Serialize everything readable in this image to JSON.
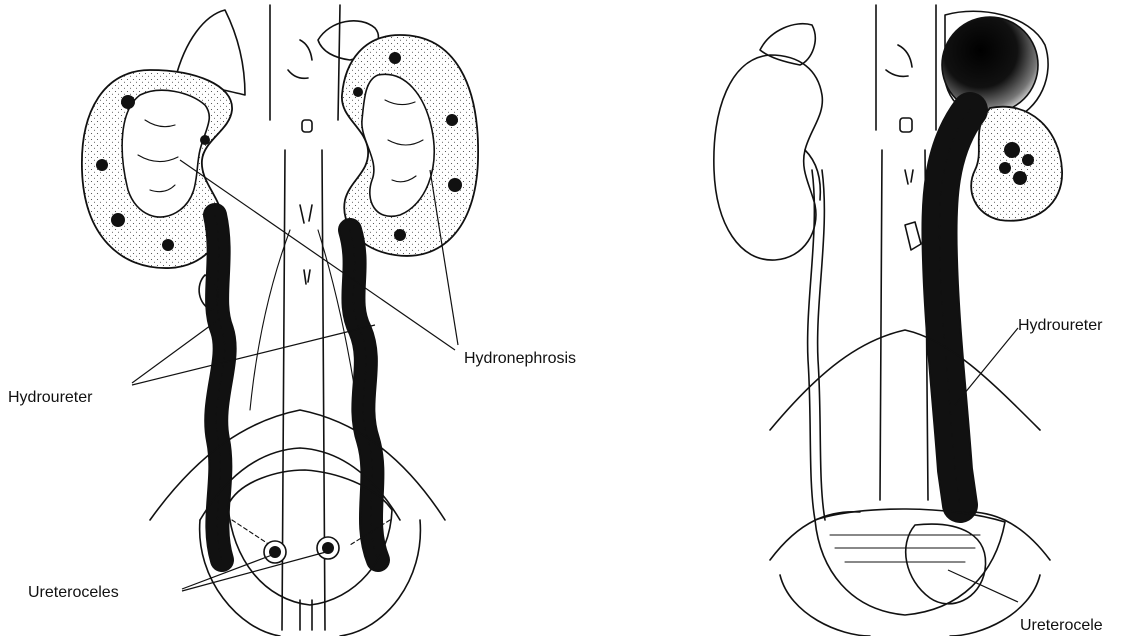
{
  "figures": {
    "left": {
      "labels": {
        "hydronephrosis": "Hydronephrosis",
        "hydroureter": "Hydroureter",
        "ureteroceles": "Ureteroceles"
      }
    },
    "right": {
      "labels": {
        "hydroureter": "Hydroureter",
        "ureterocele": "Ureterocele"
      }
    }
  },
  "colors": {
    "ink": "#111111",
    "paper": "#ffffff"
  }
}
